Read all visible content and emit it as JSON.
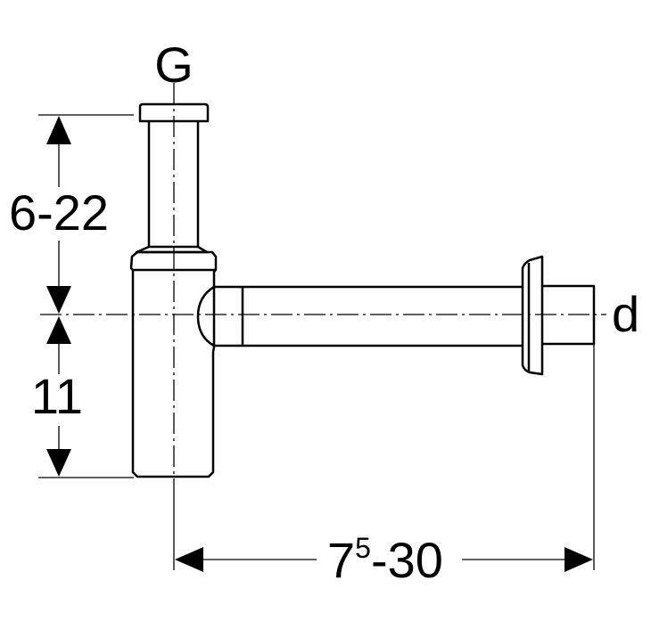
{
  "labels": {
    "connection_top": "G",
    "connection_side": "d",
    "height_adjust": "6-22",
    "height_fixed": "11",
    "length_main": "7",
    "length_sup": "5",
    "length_rest": "-30"
  },
  "colors": {
    "stroke": "#000000",
    "background": "#ffffff"
  }
}
